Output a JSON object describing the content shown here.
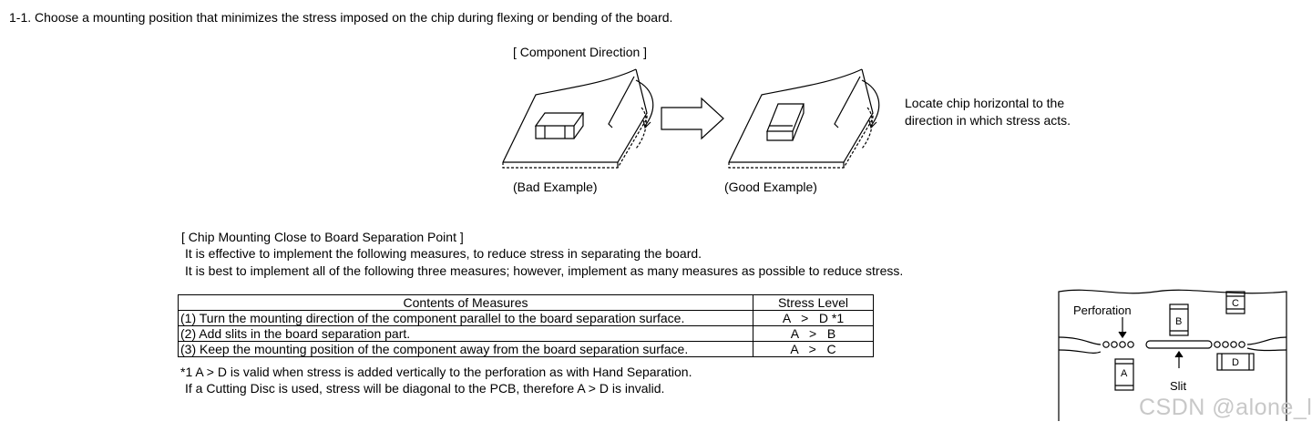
{
  "heading": "1-1. Choose a mounting position that minimizes the stress imposed on the chip during flexing or bending of the board.",
  "component_direction": {
    "title": "[ Component Direction ]",
    "bad_caption": "(Bad Example)",
    "good_caption": "(Good Example)",
    "note": "Locate chip horizontal to the direction in which stress acts."
  },
  "separation": {
    "title": "[ Chip Mounting Close to Board Separation Point ]",
    "para1": "It is effective to implement the following measures, to reduce stress in separating the board.",
    "para2": "It is best to implement all of the following three measures; however, implement as many measures as possible to reduce stress."
  },
  "table": {
    "headers": [
      "Contents of Measures",
      "Stress Level"
    ],
    "rows": [
      [
        "(1) Turn the mounting direction of the component parallel to the board separation surface.",
        "A   >   D *1"
      ],
      [
        "(2) Add slits in the board separation part.",
        "A   >   B"
      ],
      [
        "(3) Keep the mounting position of the component away from the board separation surface.",
        "A   >   C"
      ]
    ]
  },
  "notes": {
    "note1": "*1 A > D is valid when stress is added vertically to the perforation as with Hand Separation.",
    "note2": "If a Cutting Disc is used, stress will be diagonal to the PCB, therefore A > D is invalid."
  },
  "perforation_figure": {
    "perforation_label": "Perforation",
    "slit_label": "Slit",
    "label_a": "A",
    "label_b": "B",
    "label_c": "C",
    "label_d": "D"
  },
  "watermark": "CSDN @alone_l"
}
